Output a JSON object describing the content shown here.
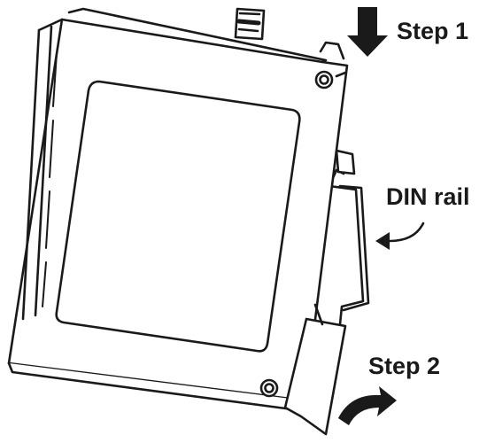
{
  "labels": {
    "step1": "Step 1",
    "din_rail": "DIN rail",
    "step2": "Step 2"
  },
  "colors": {
    "outline": "#1a1a1a",
    "arrow_fill": "#1a1a1a",
    "background": "#ffffff"
  },
  "icons": {
    "step1_arrow": "arrow-down-icon",
    "din_arrow": "curved-arrow-icon",
    "step2_arrow": "rotate-arrow-icon"
  }
}
